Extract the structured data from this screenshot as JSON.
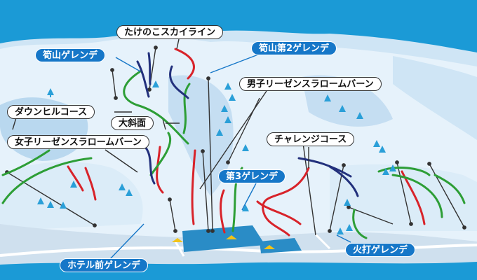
{
  "map": {
    "colors": {
      "sky": "#1b9ad6",
      "snow": "#e6f2fb",
      "snow_shadow": "#b9d8ef",
      "advanced_run": "#d8232a",
      "intermediate_run": "#2d9e36",
      "beginner_run": "#22307c",
      "lift": "#333333",
      "road": "#ffffff",
      "tree": "#2a9fd8",
      "base_marker": "#f2c318"
    },
    "icons": {
      "tree": "tree-icon",
      "lift": "chairlift-line",
      "base": "base-station-marker"
    },
    "area_labels": {
      "sanyama": "筍山ゲレンデ",
      "sanyama_dai2": "筍山第2ゲレンデ",
      "dai3": "第3ゲレンデ",
      "hotel_mae": "ホテル前ゲレンデ",
      "hiuchi": "火打ゲレンデ"
    },
    "course_labels": {
      "takenoko_skyline": "たけのこスカイライン",
      "downhill": "ダウンヒルコース",
      "daishamen": "大斜面",
      "joshi_riesen": "女子リーゼンスラロームバーン",
      "danshi_riesen": "男子リーゼンスラロームバーン",
      "challenge": "チャレンジコース"
    }
  }
}
